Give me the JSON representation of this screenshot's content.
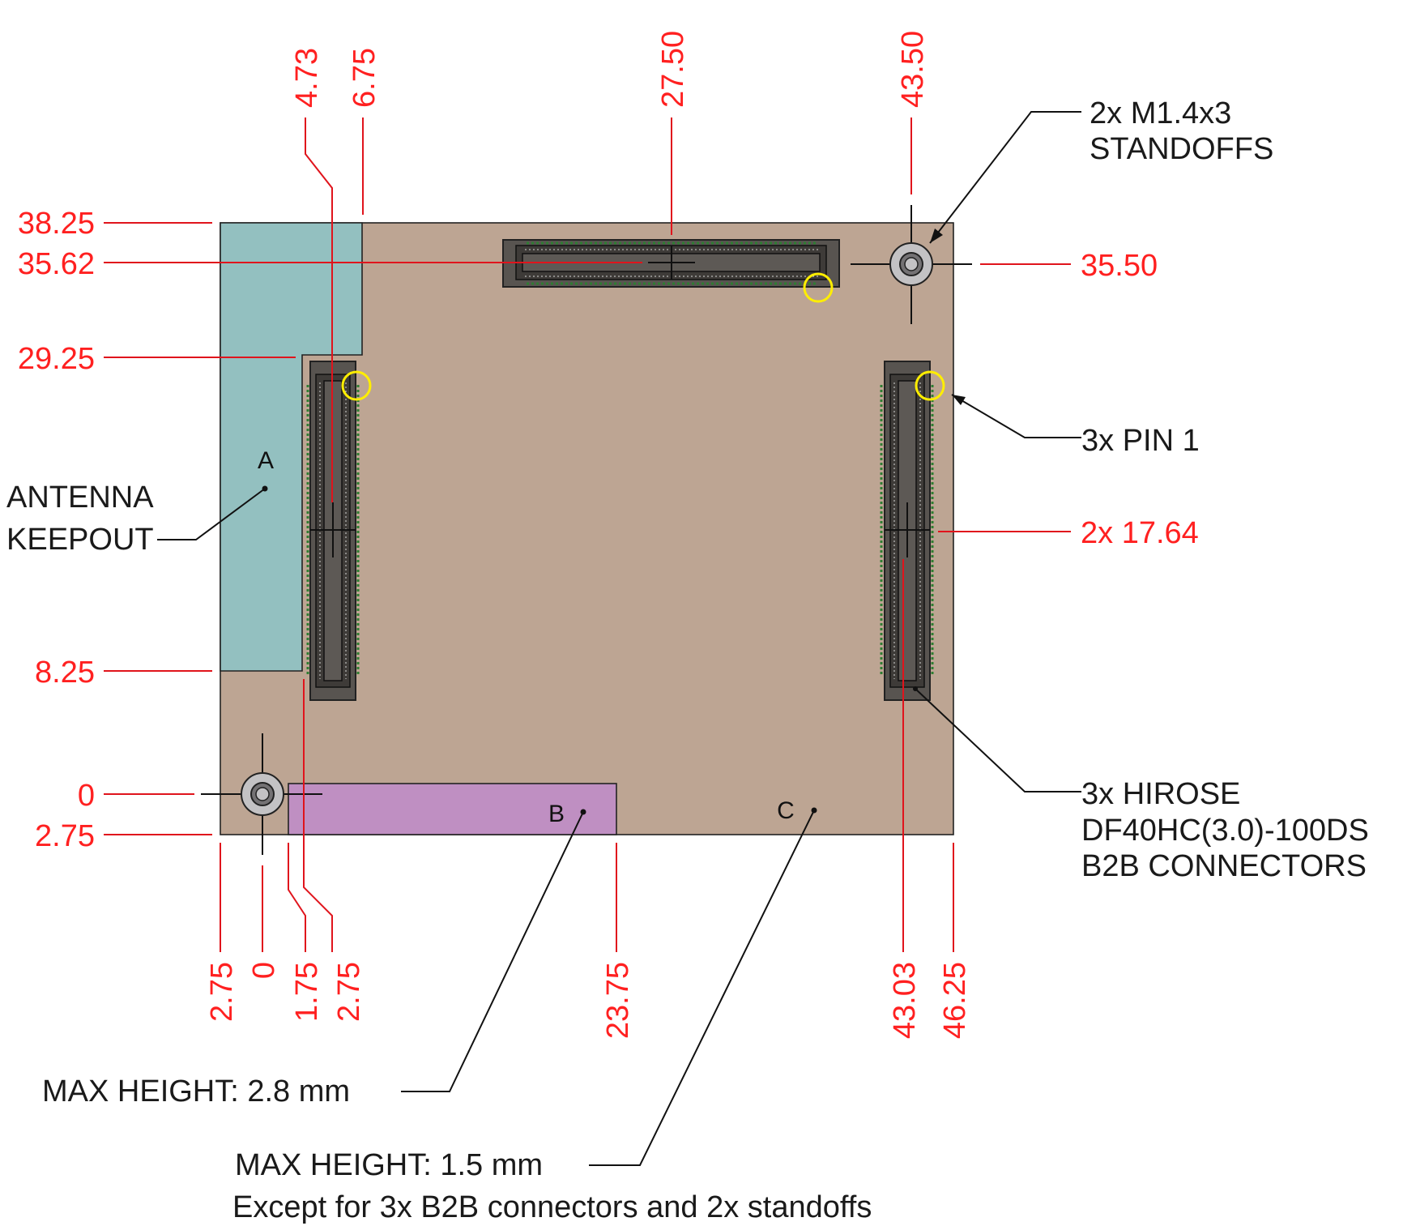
{
  "board": {
    "colors": {
      "board": "#bda593",
      "antenna_keepout": "#93c0c0",
      "zone_b": "#bf8fc2",
      "connector": "#585450",
      "pin1_marker": "#ffee00",
      "dimension": "#ff2020"
    }
  },
  "dimensions": {
    "left": [
      "38.25",
      "35.62",
      "29.25",
      "8.25",
      "0",
      "2.75"
    ],
    "right": [
      "35.50",
      "2x 17.64"
    ],
    "top": [
      "4.73",
      "6.75",
      "27.50",
      "43.50"
    ],
    "bottom": [
      "2.75",
      "0",
      "1.75",
      "2.75",
      "23.75",
      "43.03",
      "46.25"
    ]
  },
  "zones": {
    "a": "A",
    "b": "B",
    "c": "C"
  },
  "callouts": {
    "standoffs": [
      "2x M1.4x3",
      "STANDOFFS"
    ],
    "pin1": "3x PIN 1",
    "connectors": [
      "3x HIROSE",
      "DF40HC(3.0)-100DS",
      "B2B CONNECTORS"
    ],
    "antenna": [
      "ANTENNA",
      "KEEPOUT"
    ],
    "height_b": "MAX HEIGHT: 2.8 mm",
    "height_c": "MAX HEIGHT: 1.5 mm",
    "height_c_note": "Except for 3x B2B connectors and 2x standoffs"
  }
}
